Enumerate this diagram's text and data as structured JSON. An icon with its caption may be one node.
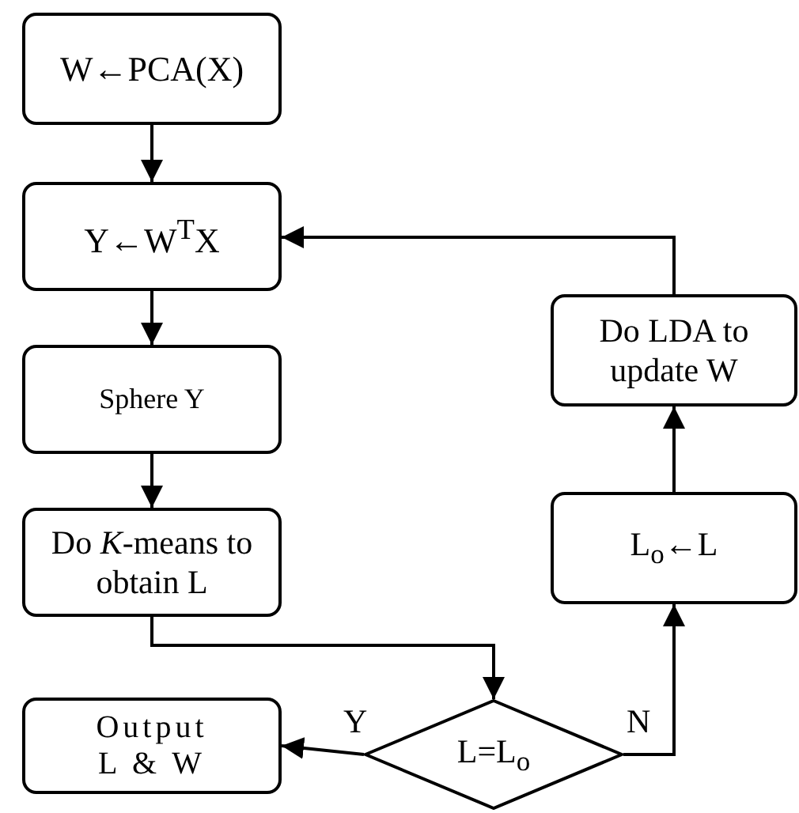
{
  "diagram": {
    "nodes": [
      {
        "text": [
          "W←PCA(X)"
        ]
      },
      {
        "text": [
          "Y←W$^{T}$X"
        ]
      },
      {
        "text": [
          "Sphere Y"
        ]
      },
      {
        "text": [
          "Do *K*-means to obtain L"
        ]
      },
      {
        "text": [
          "Output L & W"
        ]
      },
      {
        "text": [
          "L=L$_{o}$"
        ]
      },
      {
        "text": [
          "Do LDA to update W"
        ]
      },
      {
        "text": [
          "L$_{o}$←L"
        ]
      }
    ],
    "edges": [
      {
        "from": 0,
        "to": 1,
        "arrow": "to"
      },
      {
        "from": 1,
        "to": 2,
        "arrow": "to"
      },
      {
        "from": 2,
        "to": 3,
        "arrow": "to"
      },
      {
        "from": 3,
        "to": 5,
        "arrow": "to"
      },
      {
        "from": 5,
        "to": 4,
        "arrow": "to",
        "label": "Y"
      },
      {
        "from": 5,
        "to": 7,
        "arrow": "to",
        "label": "N"
      },
      {
        "from": 7,
        "to": 6,
        "arrow": "to"
      },
      {
        "from": 6,
        "to": 1,
        "arrow": "to"
      }
    ]
  }
}
